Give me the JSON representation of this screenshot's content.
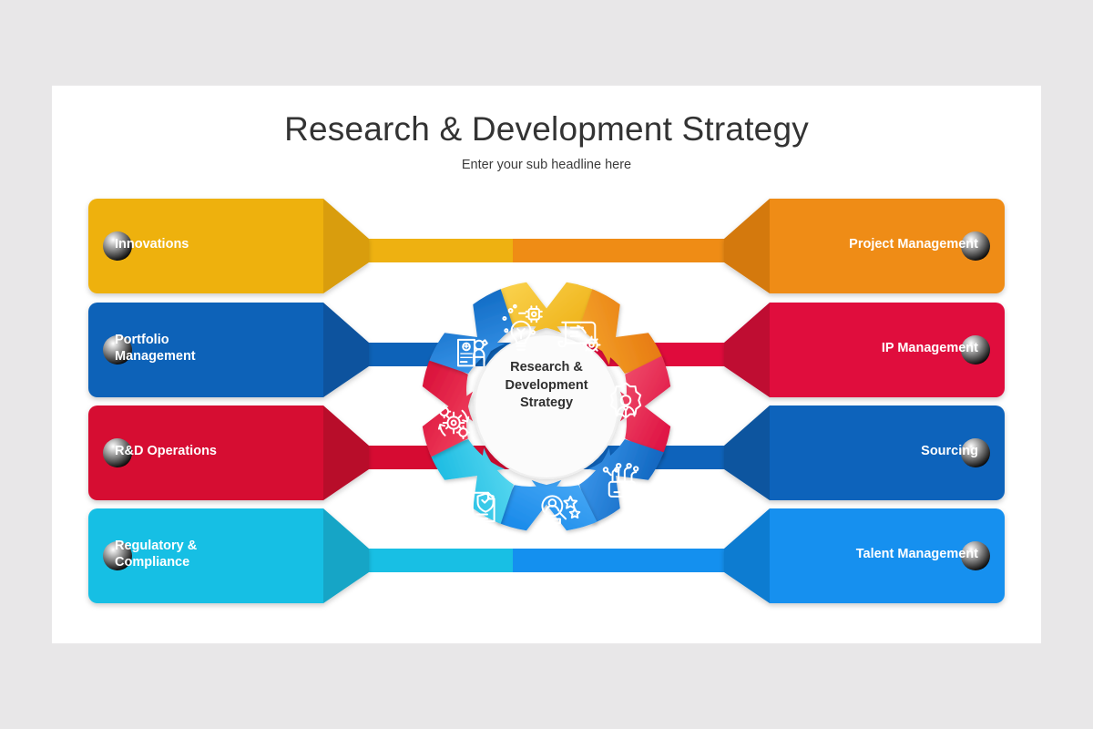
{
  "page": {
    "background_color": "#e8e7e8",
    "card_color": "#ffffff"
  },
  "header": {
    "title": "Research & Development Strategy",
    "subtitle": "Enter your sub headline here"
  },
  "center": {
    "label": "Research &\nDevelopment\nStrategy",
    "text_color": "#2f2f2f",
    "fill": "#fbfbfb"
  },
  "left_items": [
    {
      "label": "Innovations",
      "color": "#eeb111",
      "tail_color": "#d99d0b",
      "icon": "lightbulb-circuit-icon",
      "dot_color": "#f0e3bd"
    },
    {
      "label": "Portfolio\nManagement",
      "color": "#0d62b8",
      "tail_color": "#0a539e",
      "icon": "person-portfolio-icon",
      "dot_color": "#cdd9e8"
    },
    {
      "label": "R&D Operations",
      "color": "#d60b32",
      "tail_color": "#b8082a",
      "icon": "gears-cycle-icon",
      "dot_color": "#eec3cc"
    },
    {
      "label": "Regulatory &\nCompliance",
      "color": "#18bfe4",
      "tail_color": "#14a5c6",
      "icon": "document-shield-icon",
      "dot_color": "#cfe9f2"
    }
  ],
  "right_items": [
    {
      "label": "Project Management",
      "color": "#ef8c15",
      "tail_color": "#d4790c",
      "icon": "document-gear-icon",
      "dot_color": "#f2dcc0"
    },
    {
      "label": "IP Management",
      "color": "#e00b3c",
      "tail_color": "#bf0732",
      "icon": "person-gear-icon",
      "dot_color": "#eec4cf"
    },
    {
      "label": "Sourcing",
      "color": "#0e63bb",
      "tail_color": "#0a549f",
      "icon": "circuit-chip-icon",
      "dot_color": "#ccd8e7"
    },
    {
      "label": "Talent Management",
      "color": "#1490ef",
      "tail_color": "#0f7bd1",
      "icon": "talent-search-icon",
      "dot_color": "#cfdeee"
    }
  ],
  "wheel_segments": [
    {
      "name": "innovations",
      "icon": "lightbulb-circuit-icon",
      "color_from": "#f7c93c",
      "color_to": "#edae13"
    },
    {
      "name": "project-management",
      "icon": "document-gear-icon",
      "color_from": "#f5a22e",
      "color_to": "#e8780f"
    },
    {
      "name": "ip-management",
      "icon": "person-gear-icon",
      "color_from": "#f0506d",
      "color_to": "#dd0b3e"
    },
    {
      "name": "sourcing",
      "icon": "circuit-chip-icon",
      "color_from": "#3f9aee",
      "color_to": "#0d63bd"
    },
    {
      "name": "talent-management",
      "icon": "talent-search-icon",
      "color_from": "#49a6f5",
      "color_to": "#1487e8"
    },
    {
      "name": "regulatory-compliance",
      "icon": "document-shield-icon",
      "color_from": "#5ad7f0",
      "color_to": "#16b9e1"
    },
    {
      "name": "rd-operations",
      "icon": "gears-cycle-icon",
      "color_from": "#f3435f",
      "color_to": "#d60b36"
    },
    {
      "name": "portfolio-management",
      "icon": "person-portfolio-icon",
      "color_from": "#3e9bef",
      "color_to": "#0f69c2"
    }
  ]
}
